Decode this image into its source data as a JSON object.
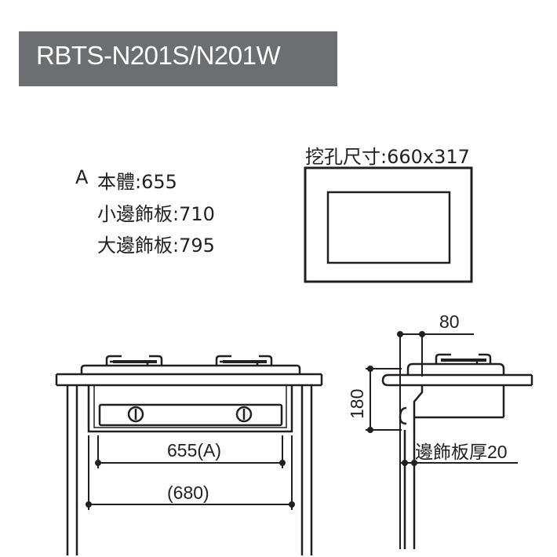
{
  "title": "RBTS-N201S/N201W",
  "specs": {
    "prefix": "A",
    "line1": "本體:655",
    "line2": "小邊飾板:710",
    "line3": "大邊飾板:795"
  },
  "cutout": {
    "label": "挖孔尺寸:660x317"
  },
  "front_view": {
    "dim_inner": "655(A)",
    "dim_outer": "(680)"
  },
  "side_view": {
    "dim_top": "80",
    "dim_height": "180",
    "trim_thickness": "邊飾板厚20"
  },
  "colors": {
    "title_bg": "#6d6e71",
    "line": "#231f20"
  }
}
